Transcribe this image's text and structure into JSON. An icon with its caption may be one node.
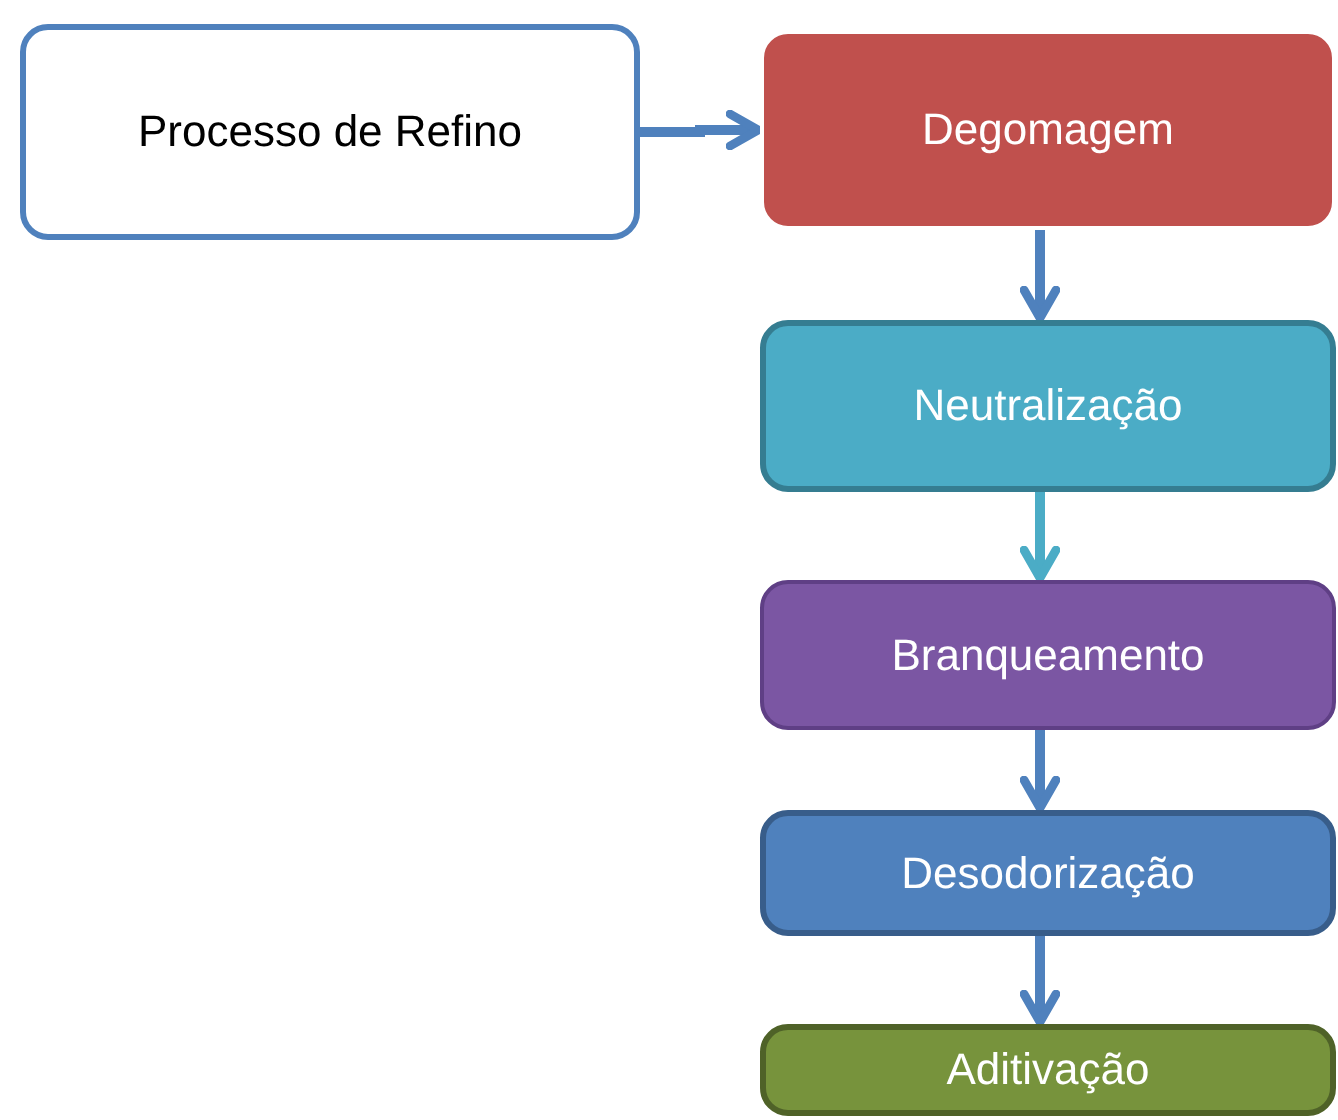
{
  "diagram": {
    "nodes": [
      {
        "text": [
          "Processo de Refino"
        ]
      },
      {
        "text": [
          "Degomagem"
        ]
      },
      {
        "text": [
          "Neutralização"
        ]
      },
      {
        "text": [
          "Branqueamento"
        ]
      },
      {
        "text": [
          "Desodorização"
        ]
      },
      {
        "text": [
          "Aditivação"
        ]
      }
    ],
    "edges": [
      {
        "from": 0,
        "to": 1,
        "arrow": "to"
      },
      {
        "from": 1,
        "to": 2,
        "arrow": "to"
      },
      {
        "from": 2,
        "to": 3,
        "arrow": "to",
        "color": "#4bacc6"
      },
      {
        "from": 3,
        "to": 4,
        "arrow": "to"
      },
      {
        "from": 4,
        "to": 5,
        "arrow": "to"
      }
    ]
  }
}
